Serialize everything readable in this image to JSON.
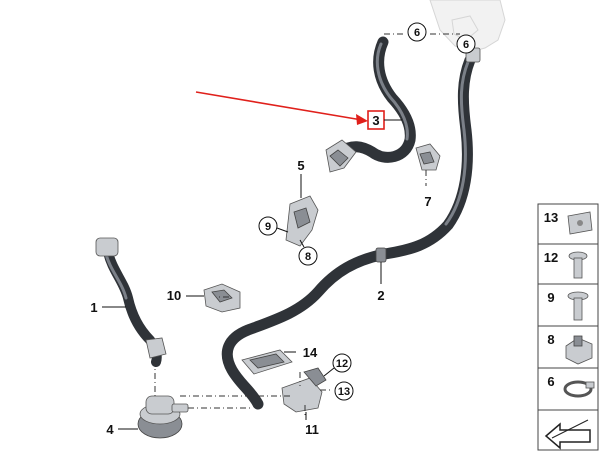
{
  "diagram": {
    "callouts": {
      "hose_3": "3",
      "hose_2": "2",
      "hose_1": "1",
      "pump_4": "4",
      "bracket_5": "5",
      "clip_7": "7",
      "holder_10": "10",
      "holder_11": "11",
      "pad_14": "14",
      "c6_top_a": "6",
      "c6_top_b": "6",
      "c9": "9",
      "c8": "8",
      "c12": "12",
      "c13": "13"
    },
    "highlight_color": "#e0201b",
    "hose_color": "#2f3338",
    "legend": {
      "items": [
        {
          "label": "13",
          "icon": "clip-nut-icon"
        },
        {
          "label": "12",
          "icon": "screw-icon"
        },
        {
          "label": "9",
          "icon": "bolt-icon"
        },
        {
          "label": "8",
          "icon": "nut-icon"
        },
        {
          "label": "6",
          "icon": "hose-clamp-icon"
        },
        {
          "label": "",
          "icon": "arrow-icon"
        }
      ]
    }
  }
}
